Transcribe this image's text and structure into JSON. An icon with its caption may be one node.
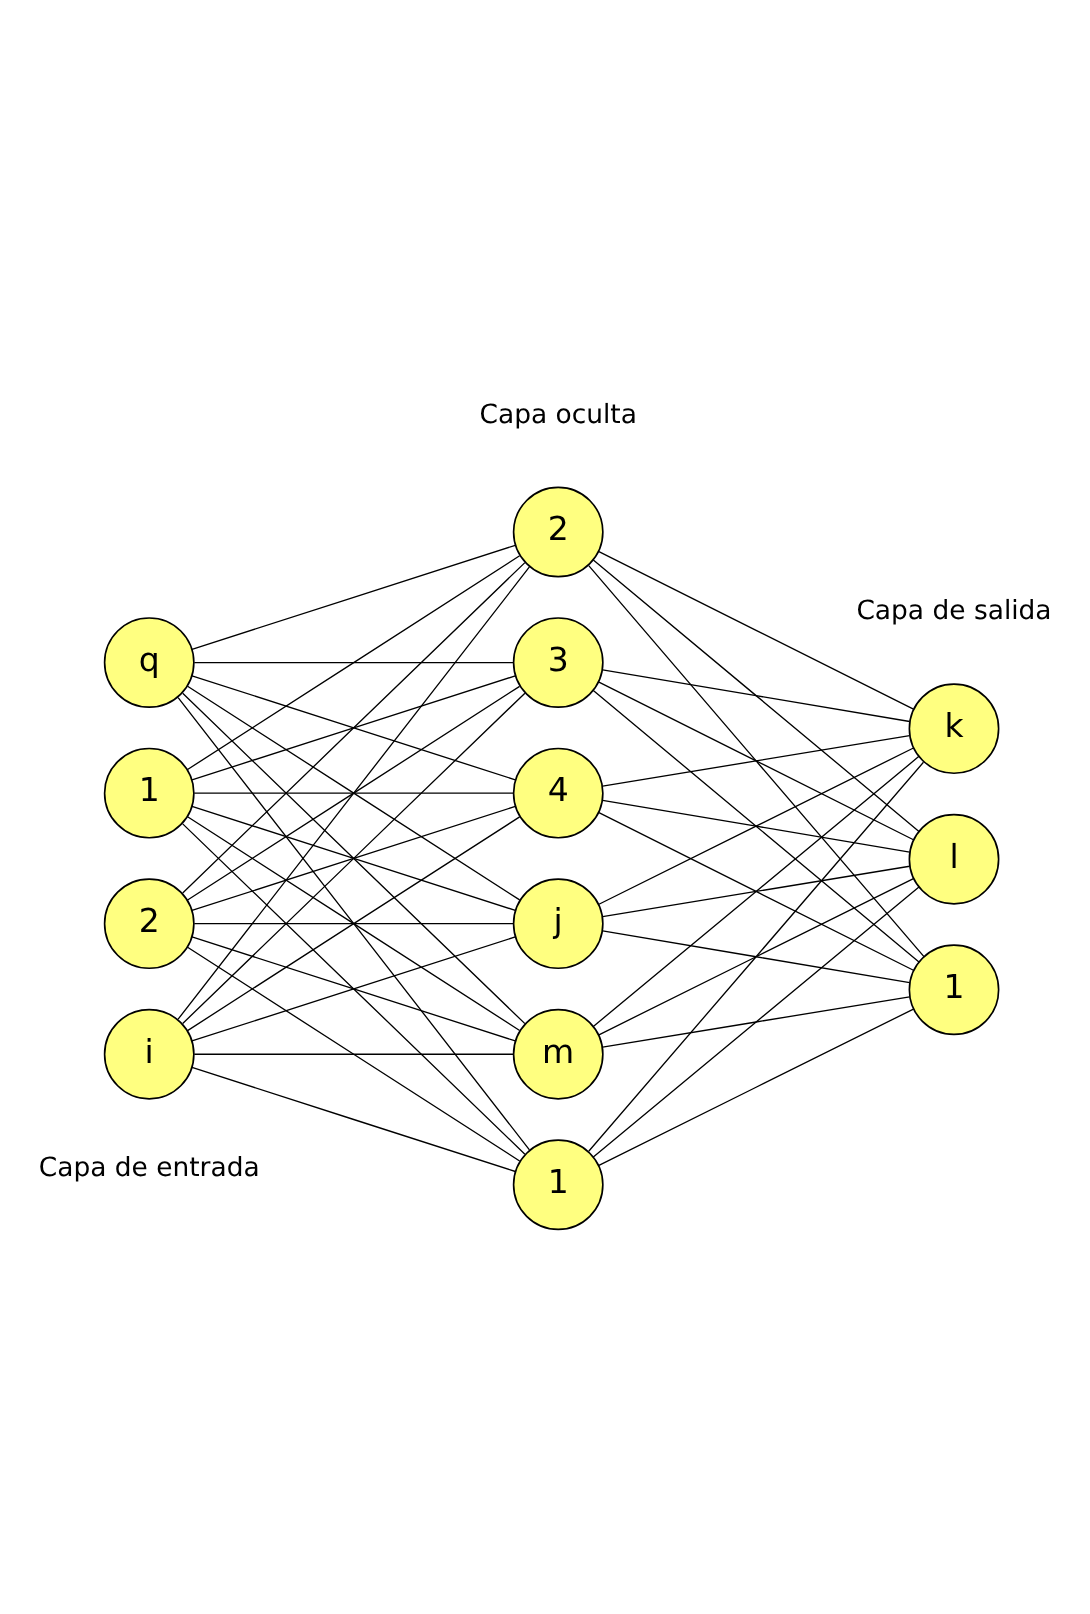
{
  "diagram": {
    "nodes": [
      {
        "text": [
          "1"
        ]
      },
      {
        "text": [
          "2"
        ]
      },
      {
        "text": [
          "i"
        ]
      },
      {
        "text": [
          "q"
        ]
      },
      {
        "text": [
          "1"
        ]
      },
      {
        "text": [
          "2"
        ]
      },
      {
        "text": [
          "3"
        ]
      },
      {
        "text": [
          "4"
        ]
      },
      {
        "text": [
          "j"
        ]
      },
      {
        "text": [
          "m"
        ]
      },
      {
        "text": [
          "1"
        ]
      },
      {
        "text": [
          "k"
        ]
      },
      {
        "text": [
          "l"
        ]
      }
    ],
    "edges": [
      {
        "from": 0,
        "to": 4,
        "arrow": "none"
      },
      {
        "from": 0,
        "to": 5,
        "arrow": "none"
      },
      {
        "from": 0,
        "to": 6,
        "arrow": "none"
      },
      {
        "from": 0,
        "to": 7,
        "arrow": "none"
      },
      {
        "from": 0,
        "to": 8,
        "arrow": "none"
      },
      {
        "from": 0,
        "to": 9,
        "arrow": "none"
      },
      {
        "from": 1,
        "to": 4,
        "arrow": "none"
      },
      {
        "from": 1,
        "to": 5,
        "arrow": "none"
      },
      {
        "from": 1,
        "to": 6,
        "arrow": "none"
      },
      {
        "from": 1,
        "to": 7,
        "arrow": "none"
      },
      {
        "from": 1,
        "to": 8,
        "arrow": "none"
      },
      {
        "from": 1,
        "to": 9,
        "arrow": "none"
      },
      {
        "from": 2,
        "to": 4,
        "arrow": "none"
      },
      {
        "from": 2,
        "to": 5,
        "arrow": "none"
      },
      {
        "from": 2,
        "to": 6,
        "arrow": "none"
      },
      {
        "from": 2,
        "to": 7,
        "arrow": "none"
      },
      {
        "from": 2,
        "to": 8,
        "arrow": "none"
      },
      {
        "from": 2,
        "to": 9,
        "arrow": "none"
      },
      {
        "from": 3,
        "to": 4,
        "arrow": "none"
      },
      {
        "from": 3,
        "to": 5,
        "arrow": "none"
      },
      {
        "from": 3,
        "to": 6,
        "arrow": "none"
      },
      {
        "from": 3,
        "to": 7,
        "arrow": "none"
      },
      {
        "from": 3,
        "to": 8,
        "arrow": "none"
      },
      {
        "from": 3,
        "to": 9,
        "arrow": "none"
      },
      {
        "from": 4,
        "to": 10,
        "arrow": "none"
      },
      {
        "from": 4,
        "to": 11,
        "arrow": "none"
      },
      {
        "from": 4,
        "to": 12,
        "arrow": "none"
      },
      {
        "from": 5,
        "to": 10,
        "arrow": "none"
      },
      {
        "from": 5,
        "to": 11,
        "arrow": "none"
      },
      {
        "from": 5,
        "to": 12,
        "arrow": "none"
      },
      {
        "from": 6,
        "to": 10,
        "arrow": "none"
      },
      {
        "from": 6,
        "to": 11,
        "arrow": "none"
      },
      {
        "from": 6,
        "to": 12,
        "arrow": "none"
      },
      {
        "from": 7,
        "to": 10,
        "arrow": "none"
      },
      {
        "from": 7,
        "to": 11,
        "arrow": "none"
      },
      {
        "from": 7,
        "to": 12,
        "arrow": "none"
      },
      {
        "from": 8,
        "to": 10,
        "arrow": "none"
      },
      {
        "from": 8,
        "to": 11,
        "arrow": "none"
      },
      {
        "from": 8,
        "to": 12,
        "arrow": "none"
      },
      {
        "from": 9,
        "to": 10,
        "arrow": "none"
      },
      {
        "from": 9,
        "to": 11,
        "arrow": "none"
      },
      {
        "from": 9,
        "to": 12,
        "arrow": "none"
      }
    ],
    "labels": [
      "Capa de entrada",
      "Capa oculta",
      "Capa de salida"
    ]
  }
}
